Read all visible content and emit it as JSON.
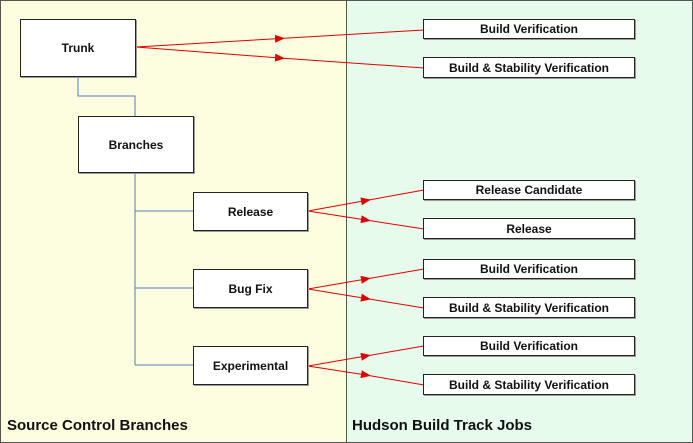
{
  "panels": {
    "left_caption": "Source Control Branches",
    "right_caption": "Hudson Build Track Jobs"
  },
  "branches": {
    "trunk": "Trunk",
    "branches": "Branches",
    "release": "Release",
    "bug_fix": "Bug Fix",
    "experimental": "Experimental"
  },
  "jobs": {
    "trunk_build_verification": "Build Verification",
    "trunk_stability_verification": "Build & Stability Verification",
    "release_candidate": "Release Candidate",
    "release_job": "Release",
    "bugfix_build_verification": "Build Verification",
    "bugfix_stability_verification": "Build & Stability Verification",
    "experimental_build_verification": "Build Verification",
    "experimental_stability_verification": "Build & Stability Verification"
  },
  "colors": {
    "left_panel_bg": "#fdfde0",
    "right_panel_bg": "#e6fbec",
    "tree_line": "#4f7fc0",
    "job_arrow": "#e00000"
  }
}
